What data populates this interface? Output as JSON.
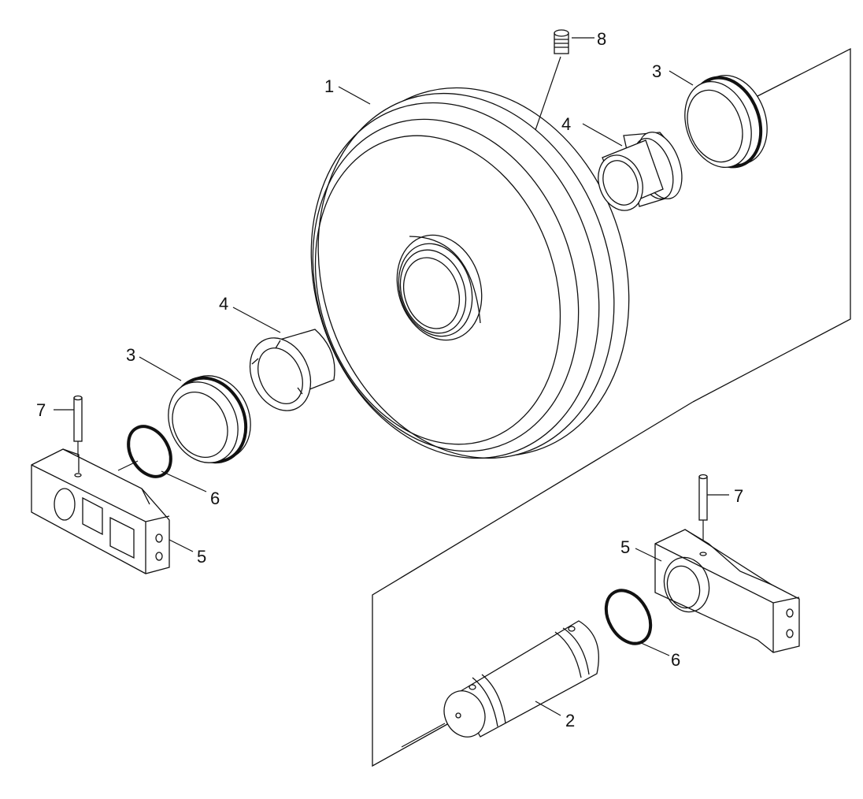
{
  "labels": {
    "idler_wheel": "1",
    "shaft": "2",
    "seal_top": "3",
    "seal_left": "3",
    "bushing_top": "4",
    "bushing_left": "4",
    "bracket_left": "5",
    "bracket_right": "5",
    "oring_left": "6",
    "oring_right": "6",
    "pin_left": "7",
    "pin_right": "7",
    "plug": "8"
  }
}
